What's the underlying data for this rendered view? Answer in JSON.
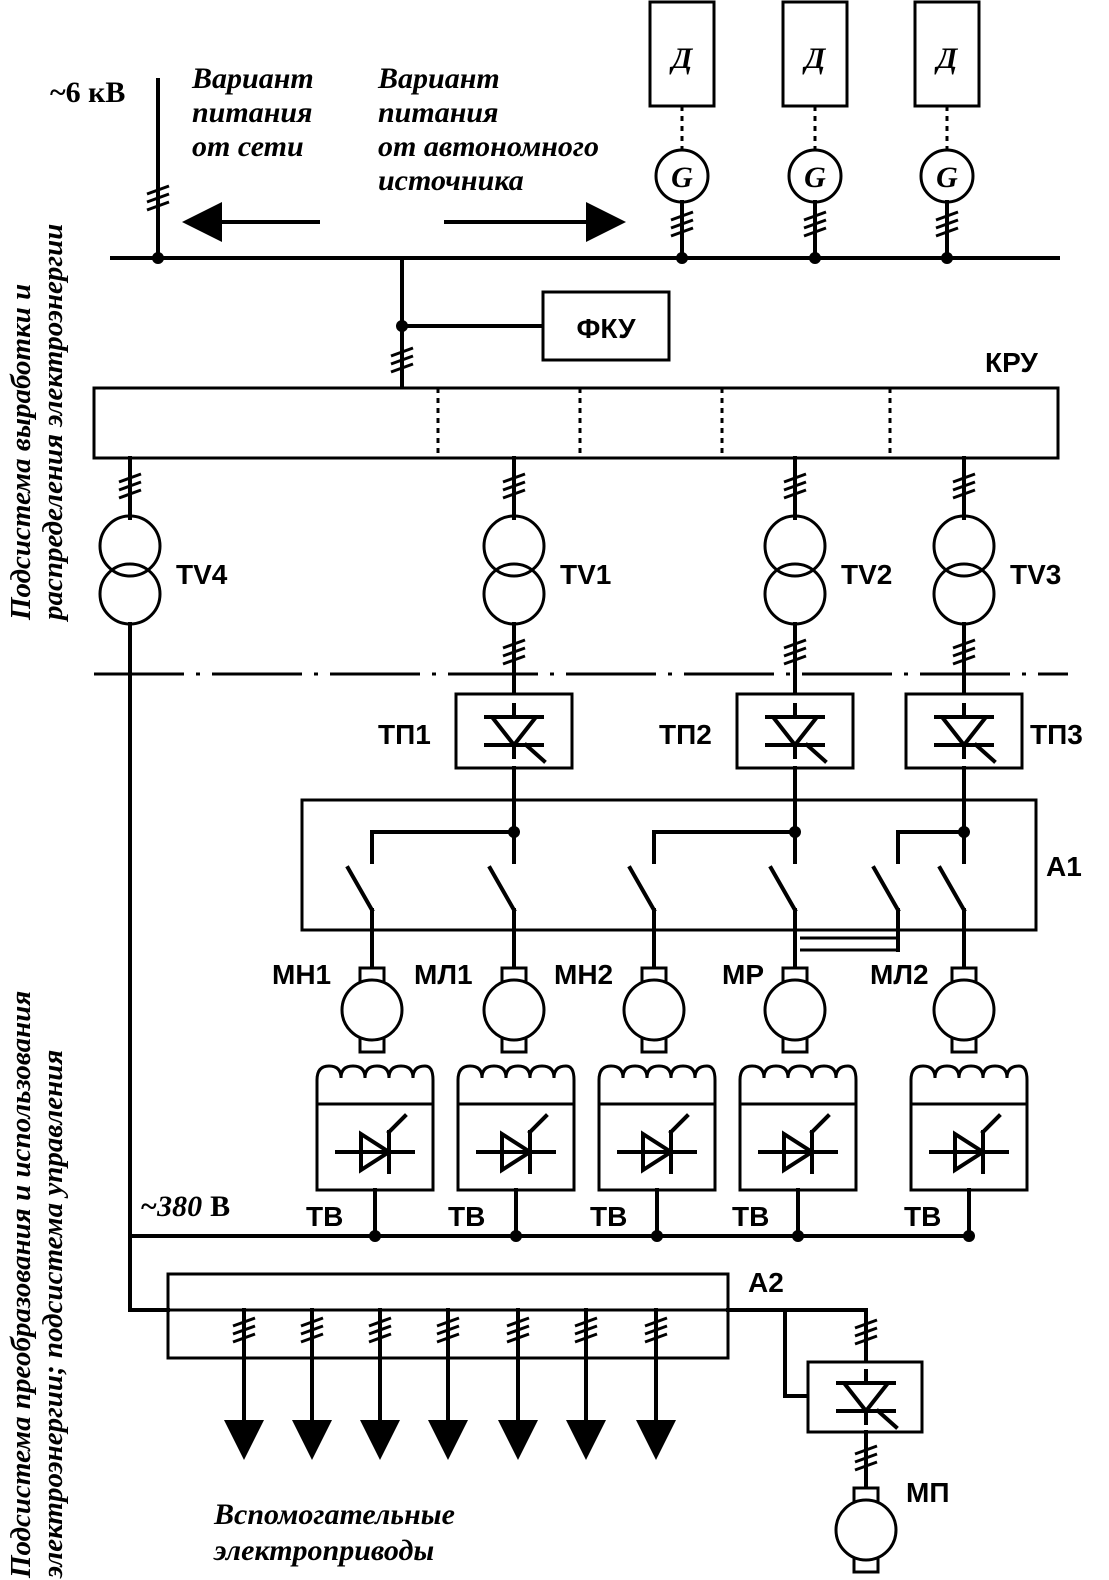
{
  "top": {
    "supply_voltage": "~6 кВ",
    "grid_option": [
      "Вариант",
      "питания",
      "от сети"
    ],
    "autonomous_option": [
      "Вариант",
      "питания",
      "от автономного",
      "источника"
    ]
  },
  "diesel_label": "Д",
  "generator_label": "G",
  "compensator_label": "ФКУ",
  "switchgear_label": "КРУ",
  "transformers": [
    "TV4",
    "TV1",
    "TV2",
    "TV3"
  ],
  "converters": [
    "ТП1",
    "ТП2",
    "ТП3"
  ],
  "switching_block": "А1",
  "motors": [
    "МН1",
    "МЛ1",
    "МН2",
    "МР",
    "МЛ2"
  ],
  "exciter_label": "ТВ",
  "aux_voltage_value": "~380",
  "aux_voltage_unit": "В",
  "aux_block": "А2",
  "aux_motor": "МП",
  "aux_drives": [
    "Вспомогательные",
    "электроприводы"
  ],
  "side_top": [
    "Подсистема выработки и",
    "распределения электроэнергии"
  ],
  "side_bottom": [
    "Подсистема преобразования и использования",
    "электроэнергии; подсистема управления"
  ]
}
